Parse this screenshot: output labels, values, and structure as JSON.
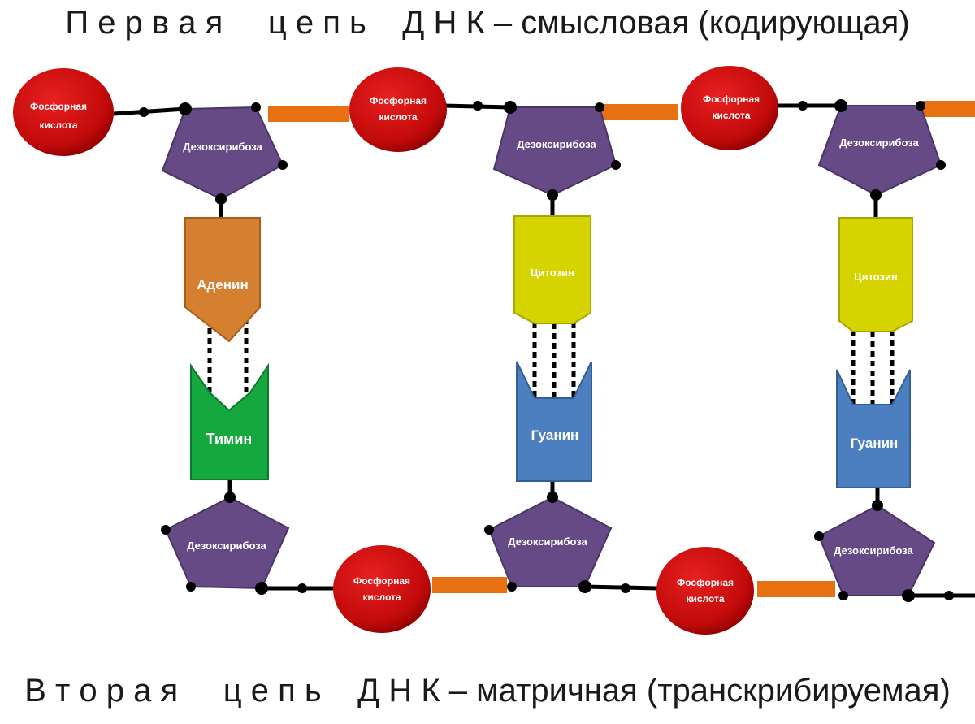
{
  "titles": {
    "top": "П е р в а я     ц е п ь    Д Н К – смысловая (кодирующая)",
    "bottom": "В т о р а я     ц е п ь    Д Н К – матричная (транскрибируемая)"
  },
  "labels": {
    "phosphate_line1": "Фосфорная",
    "phosphate_line2": "кислота",
    "sugar": "Дезоксирибоза",
    "adenine": "Аденин",
    "thymine": "Тимин",
    "cytosine": "Цитозин",
    "guanine": "Гуанин"
  },
  "colors": {
    "phosphate": "#d01010",
    "sugar": "#654a85",
    "adenine": "#d48030",
    "thymine": "#14a83e",
    "cytosine": "#d6d400",
    "guanine": "#4b7fc0",
    "bond": "#e87010",
    "backbone": "#000000"
  }
}
